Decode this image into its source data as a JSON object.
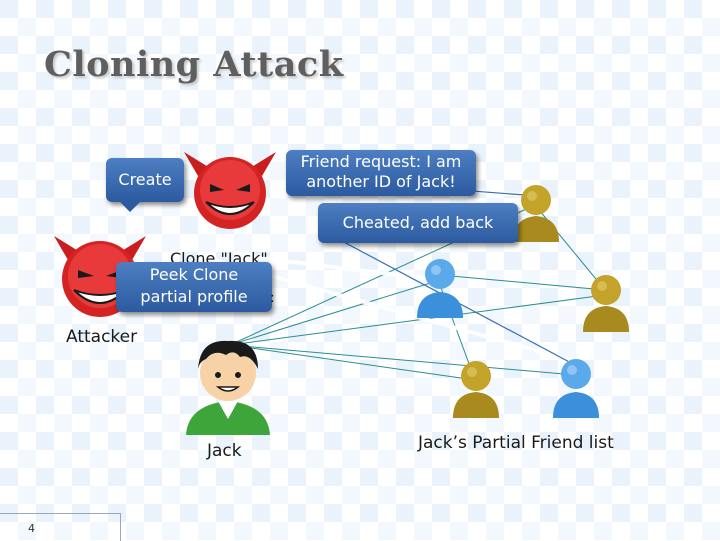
{
  "slide": {
    "title": "Cloning Attack",
    "page_number": "4"
  },
  "callouts": {
    "create": "Create",
    "friend_request_line1": "Friend request: I am",
    "friend_request_line2": "another ID of Jack!",
    "cheated": "Cheated, add back",
    "peek_line1": "Peek  Clone",
    "peek_line2": "partial  profile"
  },
  "labels": {
    "clone_jack": "Clone \"Jack\"",
    "attacker": "Attacker",
    "jack": "Jack",
    "friend_list": "Jack’s Partial Friend list",
    "colon": ":"
  }
}
